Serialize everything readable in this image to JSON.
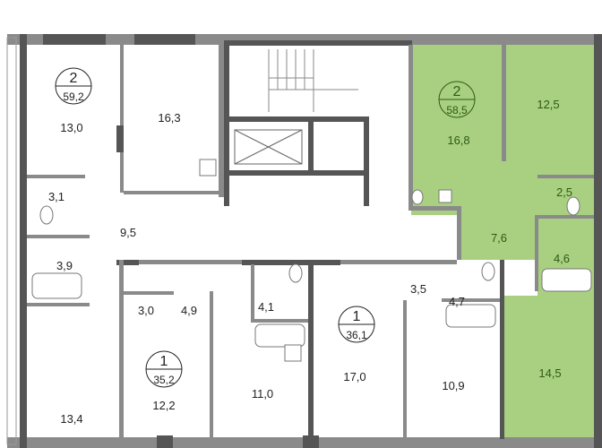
{
  "plan": {
    "highlight_color": "#a8d080",
    "apartments": [
      {
        "rooms": "2",
        "area": "59,2"
      },
      {
        "rooms": "2",
        "area": "58,5"
      },
      {
        "rooms": "1",
        "area": "35,2"
      },
      {
        "rooms": "1",
        "area": "36,1"
      }
    ],
    "room_areas": {
      "a": "13,0",
      "b": "16,3",
      "c": "3,1",
      "d": "9,5",
      "e": "3,9",
      "f": "16,8",
      "g": "12,5",
      "h": "2,5",
      "i": "7,6",
      "j": "4,6",
      "k": "3,0",
      "l": "4,9",
      "m": "4,1",
      "n": "13,4",
      "o": "12,2",
      "p": "11,0",
      "q": "17,0",
      "r": "3,5",
      "s": "4,7",
      "t": "10,9",
      "u": "14,5"
    }
  }
}
